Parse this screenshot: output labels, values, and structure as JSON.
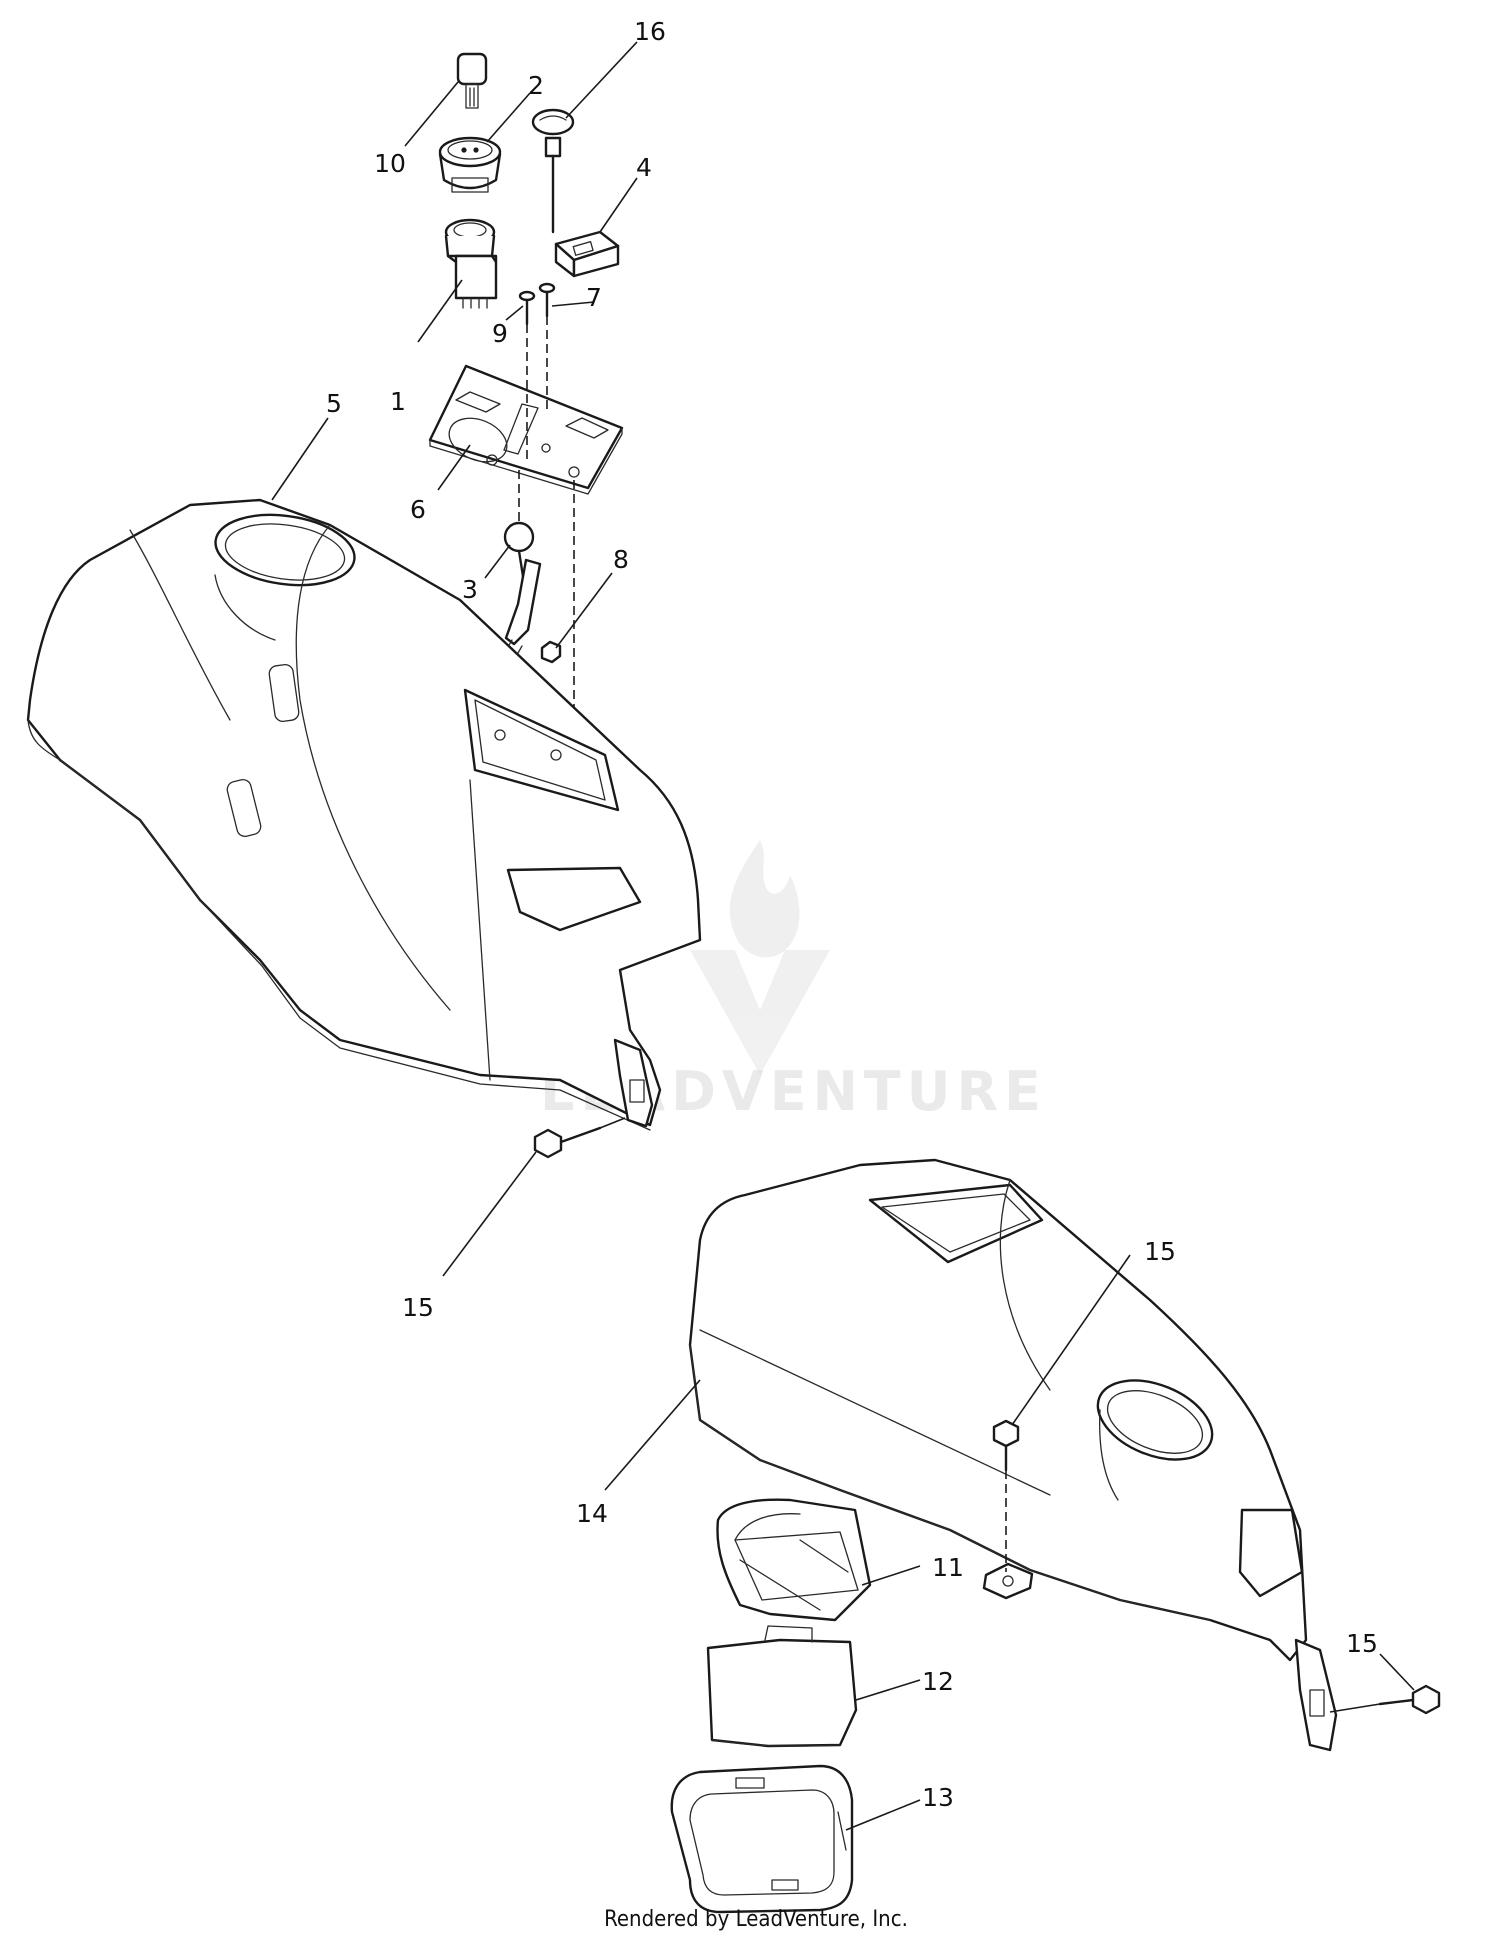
{
  "callouts": {
    "c1": "1",
    "c2": "2",
    "c3": "3",
    "c4": "4",
    "c5": "5",
    "c6": "6",
    "c7": "7",
    "c8": "8",
    "c9": "9",
    "c10": "10",
    "c11": "11",
    "c12": "12",
    "c13": "13",
    "c14": "14",
    "c15a": "15",
    "c15b": "15",
    "c15c": "15",
    "c16": "16"
  },
  "footer": "Rendered by LeadVenture, Inc.",
  "watermark": "LEADVENTURE",
  "colors": {
    "line": "#1a1a1a",
    "watermark": "#d9d9d9"
  }
}
